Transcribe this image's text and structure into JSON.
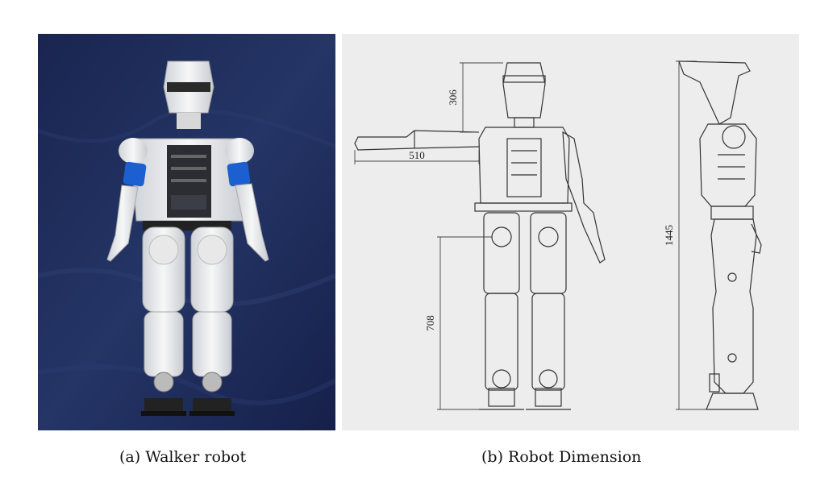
{
  "figure": {
    "panels": [
      {
        "id": "a",
        "label": "(a)",
        "caption": "Walker robot"
      },
      {
        "id": "b",
        "label": "(b)",
        "caption": "Robot Dimension"
      }
    ],
    "dimensions": {
      "head_height": "306",
      "arm_length": "510",
      "leg_height": "708",
      "total_height": "1445"
    }
  },
  "colors": {
    "backdrop": "#1d2a55",
    "robot_shell": "#f2f2f2",
    "arm_band": "#1b5fd1",
    "drawing_bg": "#ededed"
  }
}
